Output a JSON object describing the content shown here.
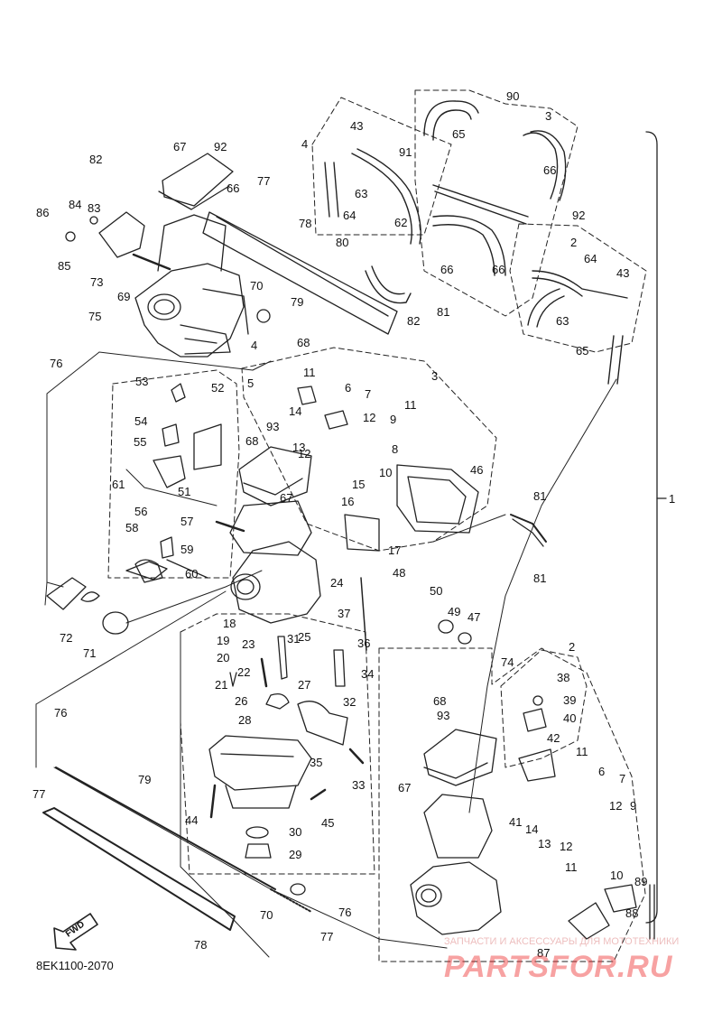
{
  "drawing_code": "8EK1100-2070",
  "fwd_label": "FWD",
  "watermark": {
    "caption": "ЗАПЧАСТИ И АКСЕССУАРЫ ДЛЯ МОТОТЕХНИКИ",
    "logo": "PARTSFOR.RU"
  },
  "part_labels": [
    "1",
    "2",
    "2",
    "3",
    "3",
    "4",
    "4",
    "5",
    "6",
    "6",
    "7",
    "7",
    "8",
    "9",
    "9",
    "10",
    "10",
    "11",
    "11",
    "11",
    "11",
    "12",
    "12",
    "12",
    "12",
    "13",
    "13",
    "14",
    "14",
    "15",
    "16",
    "17",
    "18",
    "19",
    "20",
    "21",
    "22",
    "23",
    "24",
    "25",
    "26",
    "27",
    "28",
    "29",
    "30",
    "31",
    "32",
    "33",
    "34",
    "35",
    "36",
    "37",
    "38",
    "39",
    "40",
    "41",
    "42",
    "43",
    "43",
    "44",
    "45",
    "46",
    "47",
    "48",
    "49",
    "50",
    "51",
    "52",
    "53",
    "54",
    "55",
    "56",
    "57",
    "58",
    "59",
    "60",
    "61",
    "62",
    "63",
    "63",
    "64",
    "64",
    "65",
    "65",
    "66",
    "66",
    "66",
    "66",
    "67",
    "67",
    "67",
    "68",
    "68",
    "68",
    "69",
    "70",
    "70",
    "71",
    "72",
    "73",
    "74",
    "75",
    "76",
    "76",
    "76",
    "77",
    "77",
    "77",
    "78",
    "78",
    "79",
    "79",
    "80",
    "81",
    "81",
    "81",
    "82",
    "82",
    "83",
    "84",
    "85",
    "86",
    "87",
    "88",
    "89",
    "90",
    "91",
    "92",
    "92",
    "93",
    "93",
    "93"
  ]
}
